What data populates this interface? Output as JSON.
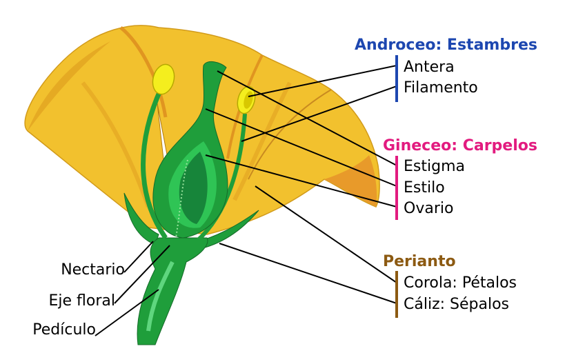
{
  "colors": {
    "androceo": "#1d47b0",
    "gineceo": "#e21b7f",
    "perianto": "#8c5a12",
    "petal": "#f2c12e",
    "petal_dark": "#e0a020",
    "green": "#1f9e3b",
    "green_light": "#2fc455",
    "anther": "#f4ee1e"
  },
  "groups": {
    "androceo": {
      "title": "Androceo: Estambres",
      "items": [
        "Antera",
        "Filamento"
      ]
    },
    "gineceo": {
      "title": "Gineceo: Carpelos",
      "items": [
        "Estigma",
        "Estilo",
        "Ovario"
      ]
    },
    "perianto": {
      "title": "Perianto",
      "items": [
        "Corola: Pétalos",
        "Cáliz: Sépalos"
      ]
    }
  },
  "left_labels": [
    "Nectario",
    "Eje floral",
    "Pedículo"
  ]
}
